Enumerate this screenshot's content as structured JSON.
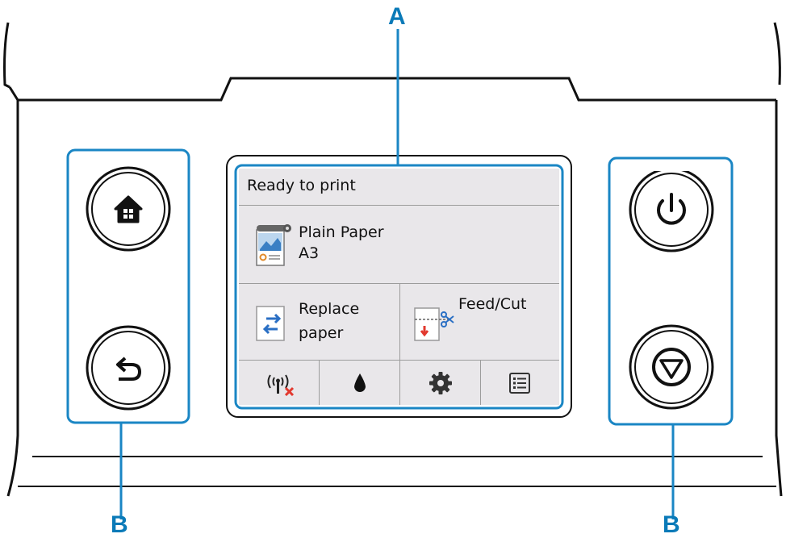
{
  "callouts": {
    "screen": "A",
    "left_buttons": "B",
    "right_buttons": "B"
  },
  "screen": {
    "status_text": "Ready to print",
    "media": {
      "paper_type": "Plain Paper",
      "paper_size": "A3",
      "icon": "paper-roll-icon"
    },
    "tiles": [
      {
        "line1": "Replace",
        "line2": "paper",
        "icon": "replace-paper-icon"
      },
      {
        "line1": "Feed/Cut",
        "icon": "feed-cut-icon"
      }
    ],
    "bottom_icons": [
      "wireless-off-icon",
      "ink-drop-icon",
      "gear-icon",
      "list-menu-icon"
    ]
  },
  "left_buttons": [
    "home-icon",
    "back-icon"
  ],
  "right_buttons": [
    "power-icon",
    "stop-icon"
  ],
  "colors": {
    "callout_blue": "#0a7ab8",
    "screen_bg": "#e9e7ea",
    "panel_line": "#111111"
  }
}
